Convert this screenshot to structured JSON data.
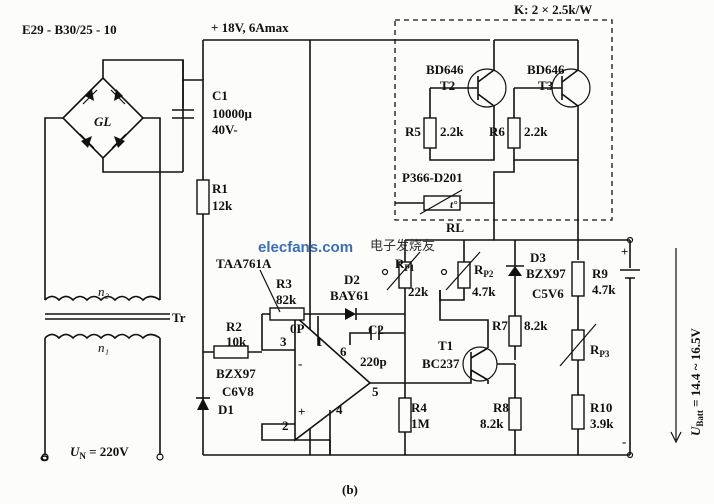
{
  "transformer_spec": "E29 - B30/25 - 10",
  "rectifier_label": "GL",
  "supply_label": "+ 18V, 6Amax",
  "heatsink_label": "K: 2 × 2.5k/W",
  "caption": "(b)",
  "watermark": {
    "site": "elecfans.com",
    "cn": "电子发烧友"
  },
  "transformer": {
    "winding_n2": "n₂",
    "winding_n1": "n₁",
    "label": "Tr",
    "mains": "U",
    "mains_sub": "N",
    "mains_value": " = 220V"
  },
  "output": {
    "label": "U",
    "sub": "Batt",
    "range": " = 14.4 ~ 16.5V",
    "plus": "+",
    "minus": "-"
  },
  "components": {
    "c1": {
      "ref": "C1",
      "value": "10000μ",
      "rating": "40V-"
    },
    "r1": {
      "ref": "R1",
      "value": "12k"
    },
    "t2": {
      "type": "BD646",
      "ref": "T2"
    },
    "t3": {
      "type": "BD646",
      "ref": "T3"
    },
    "r5": {
      "ref": "R5",
      "value": "2.2k"
    },
    "r6": {
      "ref": "R6",
      "value": "2.2k"
    },
    "ptc": {
      "part": "P366-D201",
      "ref": "RL",
      "symbol": "t°"
    },
    "ic": {
      "part": "TAA761A",
      "pin1": "1",
      "pin2": "2",
      "pin3": "3",
      "pin4": "4",
      "pin5": "5",
      "pin6": "6",
      "plus": "+",
      "minus": "-"
    },
    "r3": {
      "ref": "R3",
      "value": "82k",
      "opt": "0P"
    },
    "d2": {
      "ref": "D2",
      "type": "BAY61"
    },
    "r2": {
      "ref": "R2",
      "value": "10k"
    },
    "c2": {
      "ref": "C2",
      "value": "220p"
    },
    "d1": {
      "type": "BZX97",
      "value": "C6V8",
      "ref": "D1"
    },
    "rp1": {
      "ref": "R",
      "sub": "P1",
      "value": "22k"
    },
    "rp2": {
      "ref": "R",
      "sub": "P2",
      "value": "4.7k"
    },
    "d3": {
      "ref": "D3",
      "type": "BZX97",
      "value": "C5V6"
    },
    "r9": {
      "ref": "R9",
      "value": "4.7k"
    },
    "r7": {
      "ref": "R7",
      "value": "8.2k"
    },
    "t1": {
      "ref": "T1",
      "type": "BC237"
    },
    "rp3": {
      "ref": "R",
      "sub": "P3"
    },
    "r4": {
      "ref": "R4",
      "value": "1M"
    },
    "r8": {
      "ref": "R8",
      "value": "8.2k"
    },
    "r10": {
      "ref": "R10",
      "value": "3.9k"
    }
  }
}
